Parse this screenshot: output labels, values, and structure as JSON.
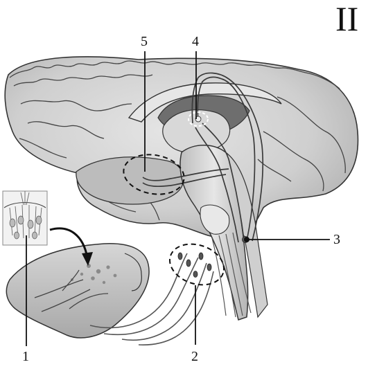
{
  "figure": {
    "roman_numeral": "II",
    "callouts": [
      {
        "id": "1",
        "label": "1"
      },
      {
        "id": "2",
        "label": "2"
      },
      {
        "id": "3",
        "label": "3"
      },
      {
        "id": "4",
        "label": "4"
      },
      {
        "id": "5",
        "label": "5"
      }
    ]
  },
  "colors": {
    "brain_fill": "#d2d2d2",
    "brain_shadow": "#9a9a9a",
    "outline": "#333333",
    "tract": "#555555",
    "background": "#ffffff"
  },
  "icons": [
    "olfactory-mucosa-inset",
    "curved-arrow-icon"
  ]
}
